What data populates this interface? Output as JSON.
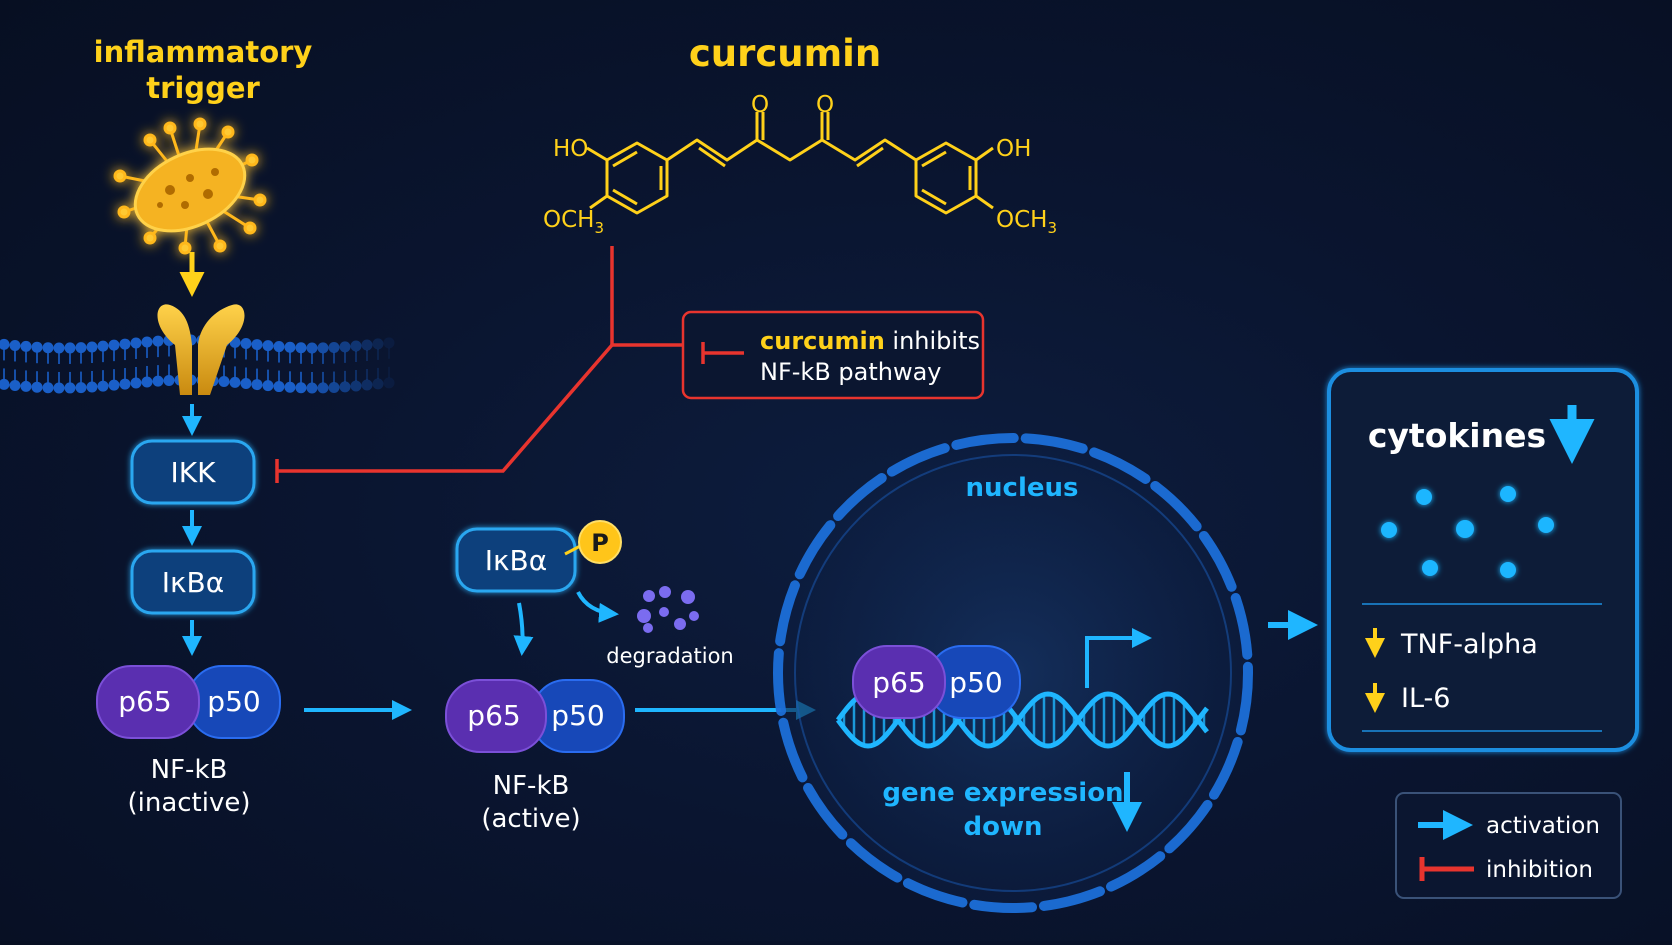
{
  "trigger": {
    "label_line1": "inflammatory",
    "label_line2": "trigger"
  },
  "curcumin": {
    "title": "curcumin",
    "structure": {
      "oxygen_left": "O",
      "oxygen_right": "O",
      "ho": "HO",
      "oh": "OH",
      "och3": "OCH",
      "subscript": "3"
    }
  },
  "inhibition_callout": {
    "highlight": "curcumin",
    "line1_rest": " inhibits",
    "line2": "NF-kB pathway"
  },
  "pathway": {
    "ikk": "IKK",
    "ikba": "IκBα",
    "ikba_phos": "IκBα",
    "phosphate": "P",
    "degradation": "degradation",
    "p65": "p65",
    "p50": "p50",
    "nfkb_inactive_line1": "NF-kB",
    "nfkb_inactive_line2": "(inactive)",
    "nfkb_active_line1": "NF-kB",
    "nfkb_active_line2": "(active)"
  },
  "nucleus": {
    "label": "nucleus",
    "gene_expr_line1": "gene expression",
    "gene_expr_line2": "down"
  },
  "cytokines": {
    "title": "cytokines",
    "items": [
      "TNF-alpha",
      "IL-6"
    ]
  },
  "legend": {
    "activation": "activation",
    "inhibition": "inhibition"
  },
  "colors": {
    "yellow": "#ffd11a",
    "cyan": "#1fb6ff",
    "red": "#e8342e",
    "node_fill": "#0d3f7c",
    "node_stroke": "#2aa7f0",
    "p65": "#5a2fb0",
    "p50": "#1748b8"
  }
}
